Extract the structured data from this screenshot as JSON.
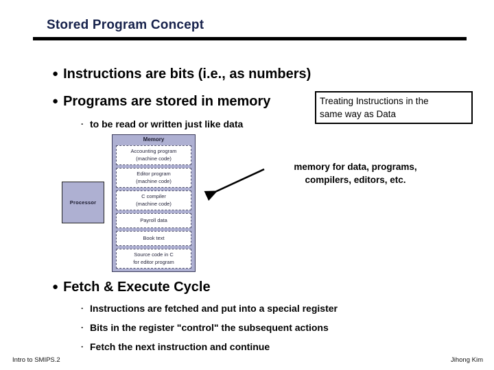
{
  "slide": {
    "title": "Stored Program Concept",
    "title_color": "#16214b",
    "background": "#ffffff",
    "accent_lavender": "#aeb0d2"
  },
  "bullets": {
    "instructions": {
      "glyph": "●",
      "text": "Instructions are bits (i.e., as numbers)"
    },
    "programs": {
      "glyph": "●",
      "text": "Programs are stored in memory"
    },
    "programs_sub": {
      "glyph": "·",
      "text": "to be read or written just like data"
    },
    "fetch_cycle": {
      "glyph": "●",
      "text": "Fetch & Execute Cycle"
    },
    "fetch_subs": [
      {
        "glyph": "·",
        "text": "Instructions are fetched and put into a special register"
      },
      {
        "glyph": "·",
        "text": "Bits in the register \"control\" the subsequent actions"
      },
      {
        "glyph": "·",
        "text": "Fetch the next instruction and continue"
      }
    ]
  },
  "callout": {
    "line1": "Treating Instructions in the",
    "line2": "same way as Data"
  },
  "annotation": {
    "line1": "memory for data, programs,",
    "line2": "compilers, editors, etc."
  },
  "diagram": {
    "processor_label": "Processor",
    "memory_label": "Memory",
    "memory_cells": [
      {
        "line1": "Accounting program",
        "line2": "(machine code)"
      },
      {
        "line1": "Editor program",
        "line2": "(machine code)"
      },
      {
        "line1": "C compiler",
        "line2": "(machine code)"
      },
      {
        "line1": "Payroll data",
        "line2": ""
      },
      {
        "line1": "Book text",
        "line2": ""
      },
      {
        "line1": "Source code in C",
        "line2": "for editor program"
      }
    ]
  },
  "footer": {
    "left": "Intro to SMIPS.2",
    "right": "Jihong Kim"
  }
}
